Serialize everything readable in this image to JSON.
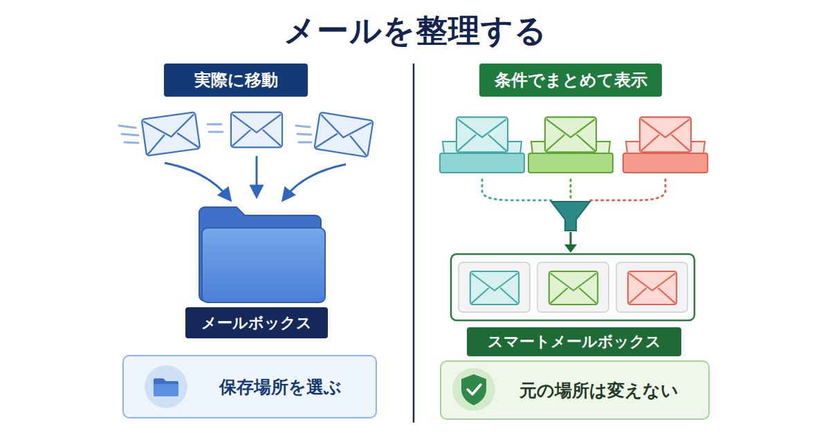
{
  "diagram": {
    "title": "メールを整理する",
    "nodes": [
      {
        "text": [
          "実際に移動"
        ]
      },
      {
        "text": [
          "メールボックス"
        ]
      },
      {
        "text": [
          "保存場所を選ぶ"
        ]
      },
      {
        "text": [
          "条件でまとめて表示"
        ]
      },
      {
        "text": [
          "スマートメールボックス"
        ]
      },
      {
        "text": [
          "元の場所は変えない"
        ]
      }
    ]
  }
}
